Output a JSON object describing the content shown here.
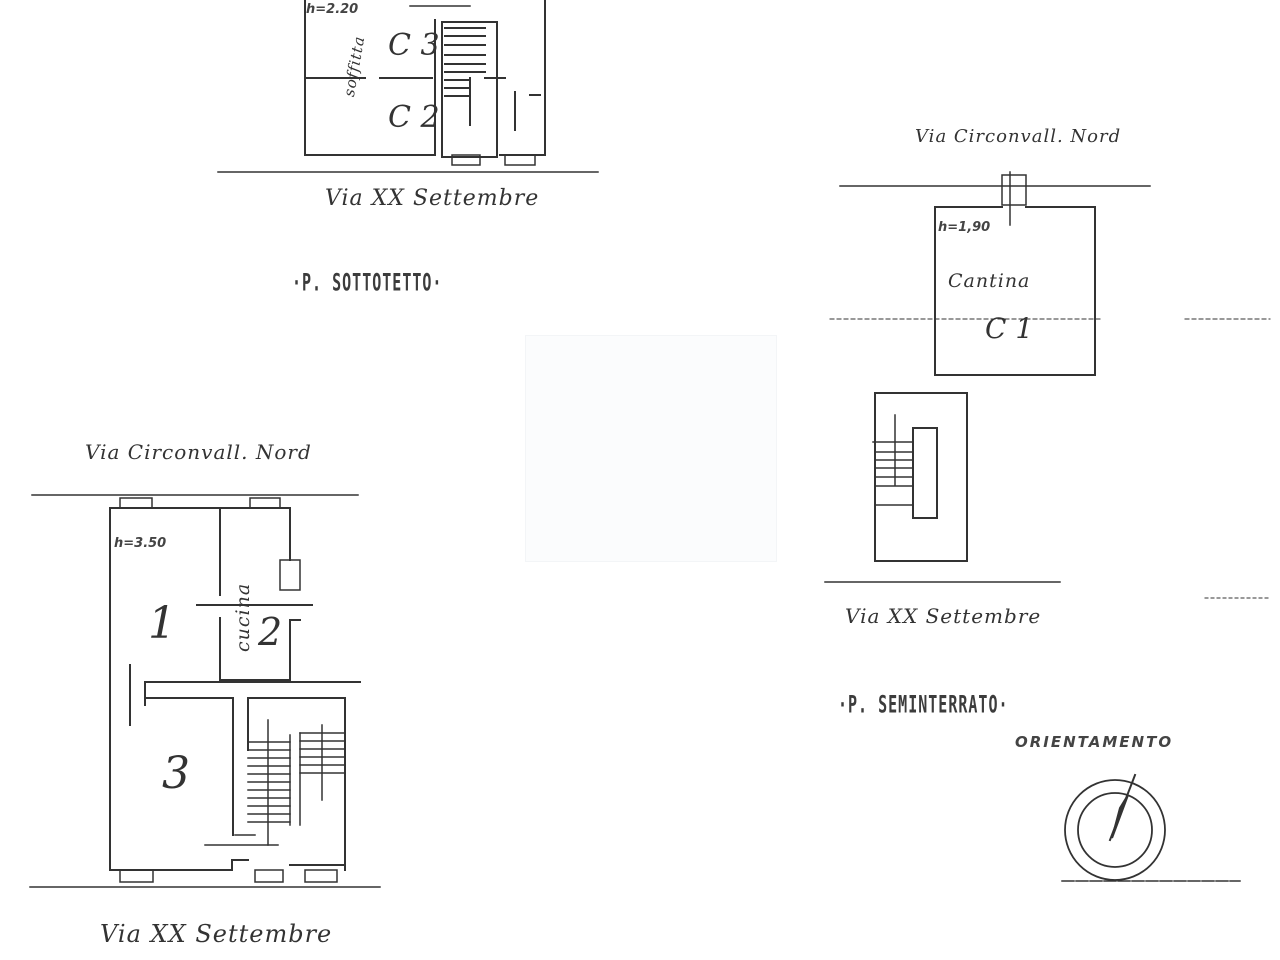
{
  "document": {
    "type": "planimetria",
    "orientation_label": "ORIENTAMENTO"
  },
  "plans": {
    "sottotetto": {
      "title": "·P. SOTTOTETTO·",
      "height": "h=2.20",
      "street_bottom": "Via XX Settembre",
      "rooms": [
        "C 3",
        "C 2"
      ],
      "room_note": "soffitta"
    },
    "primo_piano": {
      "street_top": "Via Circonvall. Nord",
      "street_bottom": "Via XX Settembre",
      "height": "h=3.50",
      "rooms": [
        "1",
        "2",
        "3"
      ],
      "room_note": "cucina"
    },
    "seminterrato": {
      "title": "·P. SEMINTERRATO·",
      "street_top": "Via Circonvall. Nord",
      "street_bottom": "Via XX Settembre",
      "height": "h=1,90",
      "room_name": "Cantina",
      "rooms": [
        "C 1"
      ]
    }
  },
  "compass": {
    "label": "ORIENTAMENTO"
  }
}
